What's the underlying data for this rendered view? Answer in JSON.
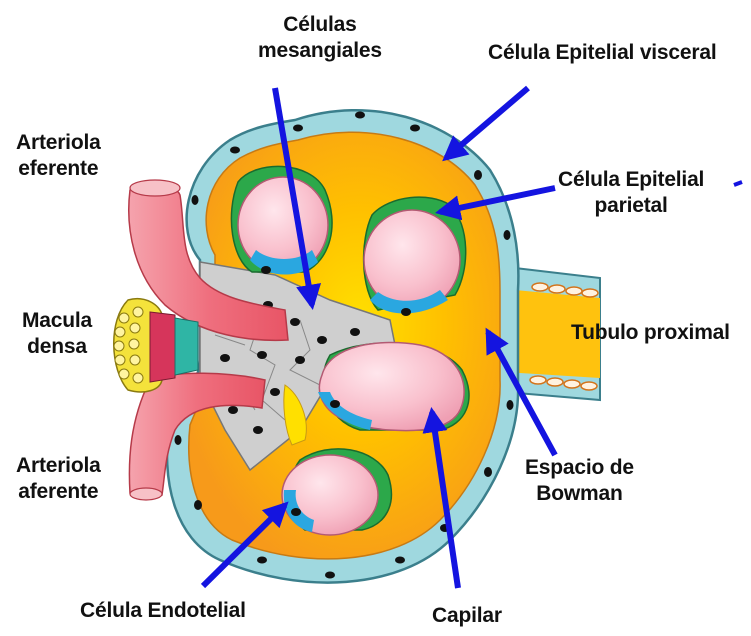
{
  "labels": {
    "mesangiales": [
      "Células",
      "mesangiales"
    ],
    "visceral": "Célula Epitelial visceral",
    "eferente": [
      "Arteriola",
      "eferente"
    ],
    "parietal": [
      "Célula Epitelial",
      "parietal"
    ],
    "macula": [
      "Macula",
      "densa"
    ],
    "tubulo": "Tubulo proximal",
    "aferente": [
      "Arteriola",
      "aferente"
    ],
    "bowman": [
      "Espacio de",
      "Bowman"
    ],
    "endotelial": "Célula Endotelial",
    "capilar": "Capilar"
  },
  "colors": {
    "capsule": "#9fd8df",
    "capsule_outline": "#3b7f8c",
    "bowman_space": "#f7a21a",
    "bowman_space_light": "#ffd600",
    "capillary": "#f7b5c4",
    "endothelial": "#2aa7e0",
    "podocyte": "#2ca84a",
    "arteriole": "#ef6f7e",
    "mesangium": "#cfcfcf",
    "macula_densa": "#f4e23b",
    "arrow": "#1414e0"
  }
}
